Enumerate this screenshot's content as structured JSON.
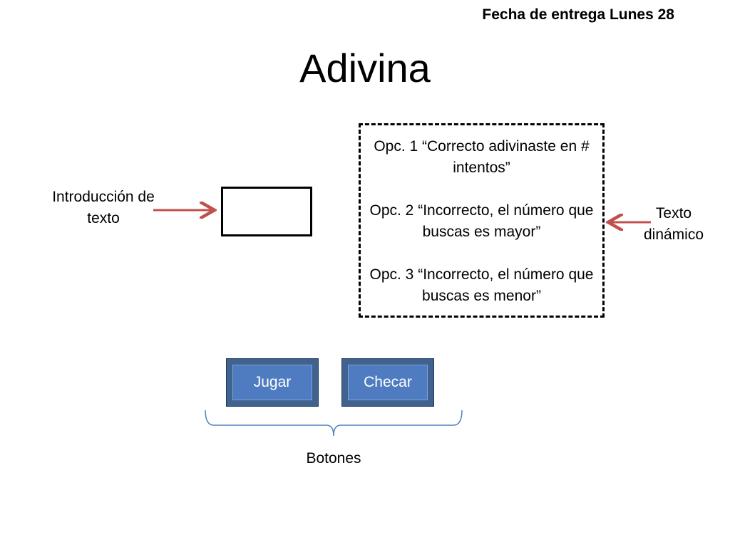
{
  "header": {
    "due_date": "Fecha de entrega Lunes 28",
    "title": "Adivina"
  },
  "callouts": {
    "text_input": "Introducción de texto",
    "dynamic_text": "Texto dinámico",
    "buttons": "Botones"
  },
  "options": [
    "Opc. 1 “Correcto adivinaste en # intentos”",
    "Opc. 2 “Incorrecto, el número que buscas es mayor”",
    "Opc. 3 “Incorrecto, el número que buscas es menor”"
  ],
  "buttons": {
    "play": "Jugar",
    "check": "Checar"
  },
  "colors": {
    "button_fill": "#4f7cc0",
    "button_border": "#41628e",
    "arrow": "#c0504d",
    "brace": "#4f81bd"
  }
}
